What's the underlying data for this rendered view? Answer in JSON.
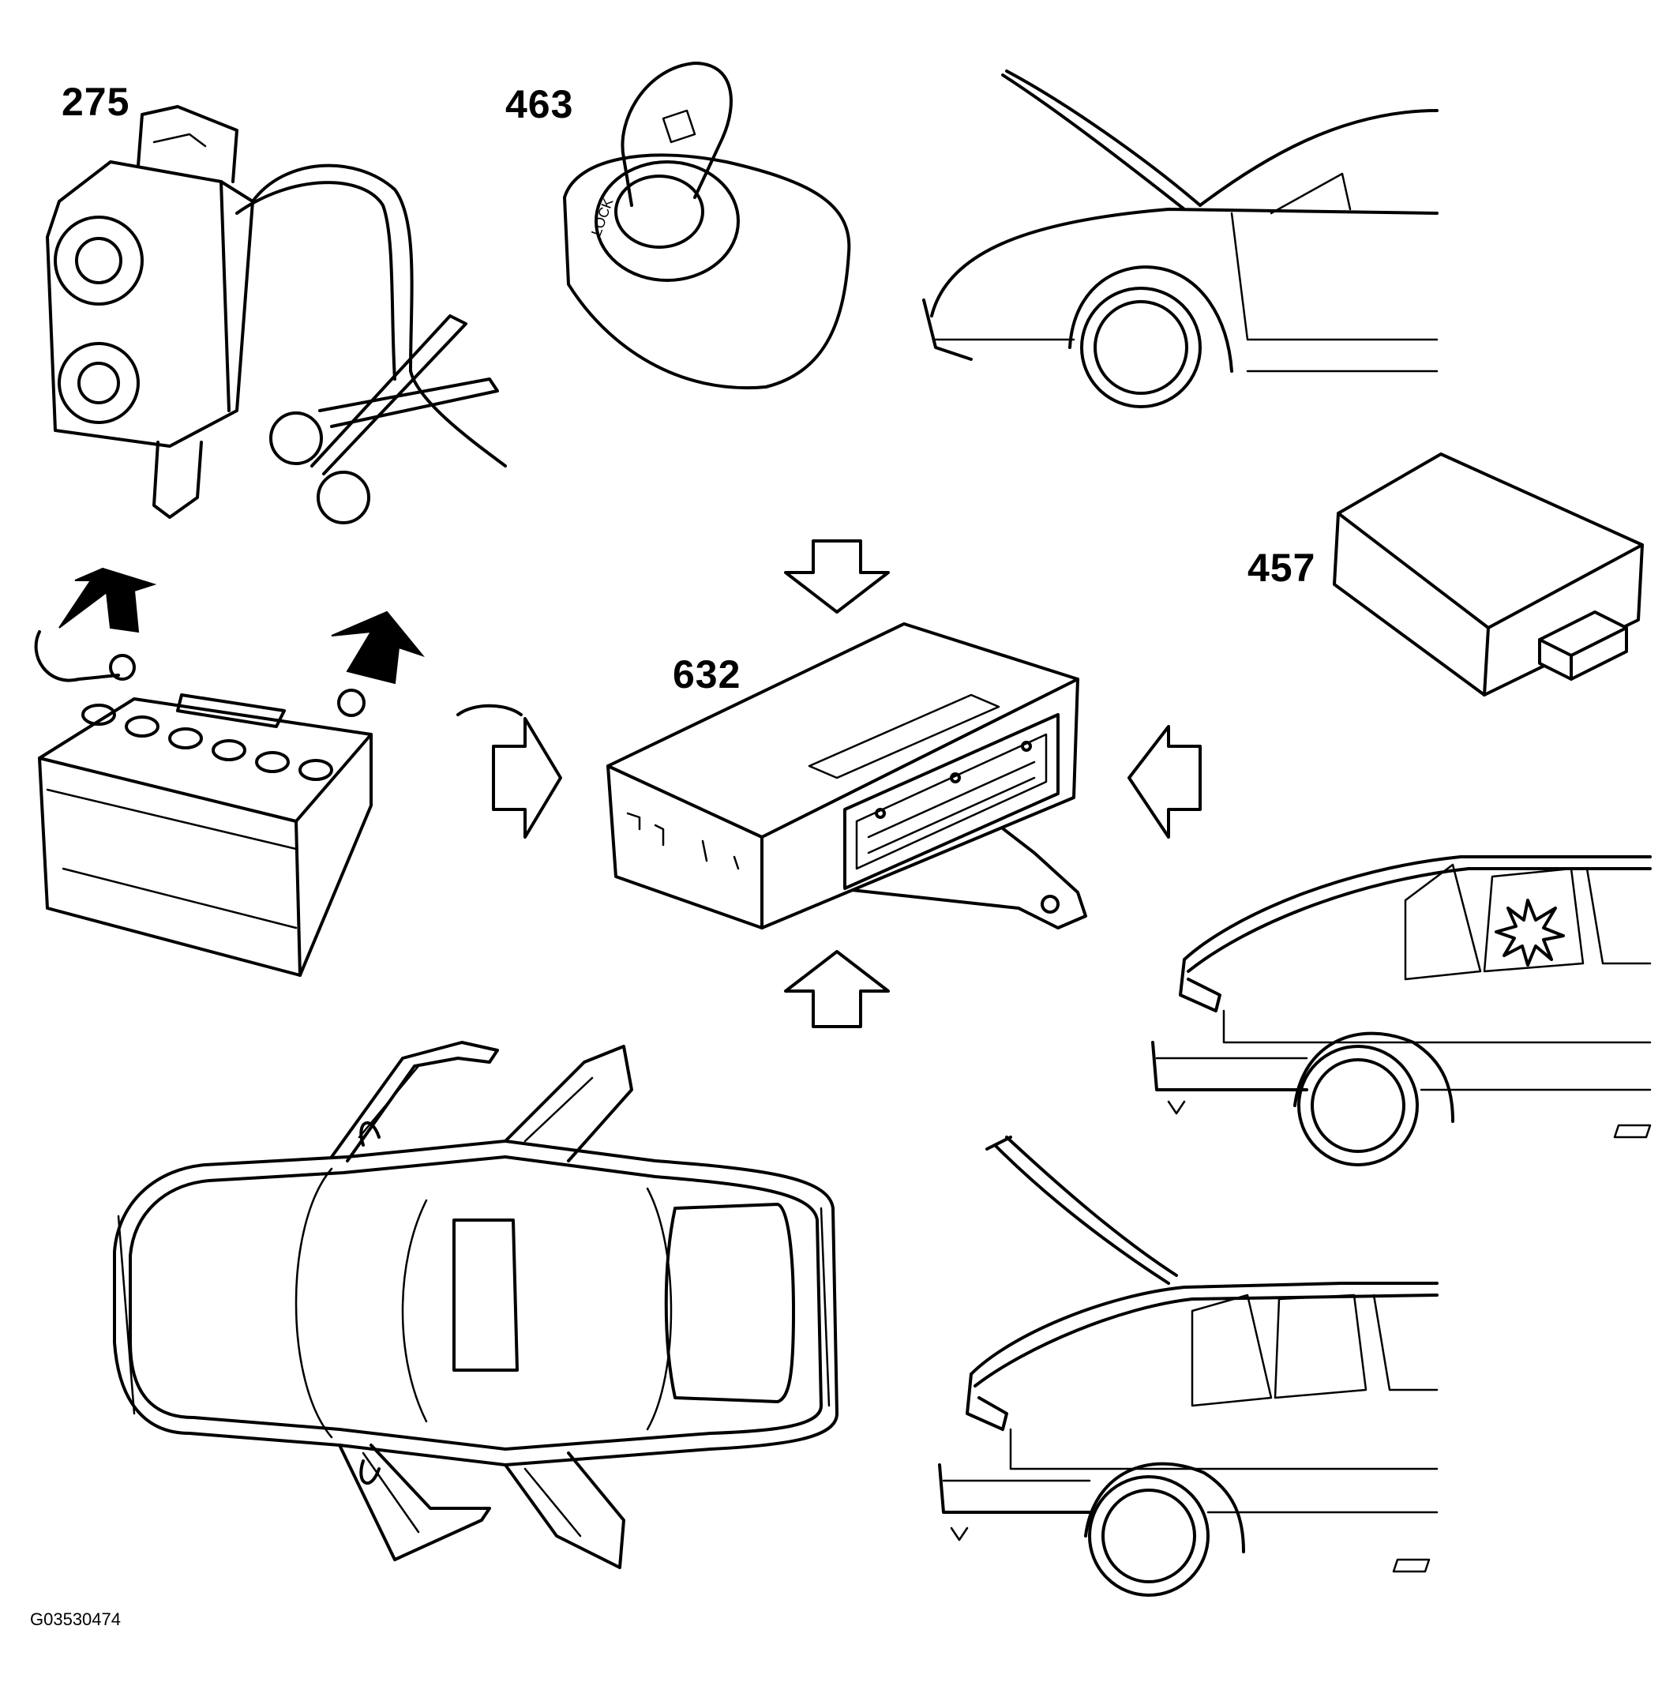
{
  "labels": {
    "alarm_siren": "275",
    "ignition_switch": "463",
    "central_module": "632",
    "interior_sensor": "457"
  },
  "figure_ref": "G03530474",
  "colors": {
    "line": "#000000",
    "background": "#ffffff"
  },
  "icons": [
    "siren-module-icon",
    "scissors-icon",
    "ignition-key-icon",
    "battery-icon",
    "control-module-icon",
    "sensor-box-icon",
    "arrow-icon",
    "car-icon"
  ]
}
